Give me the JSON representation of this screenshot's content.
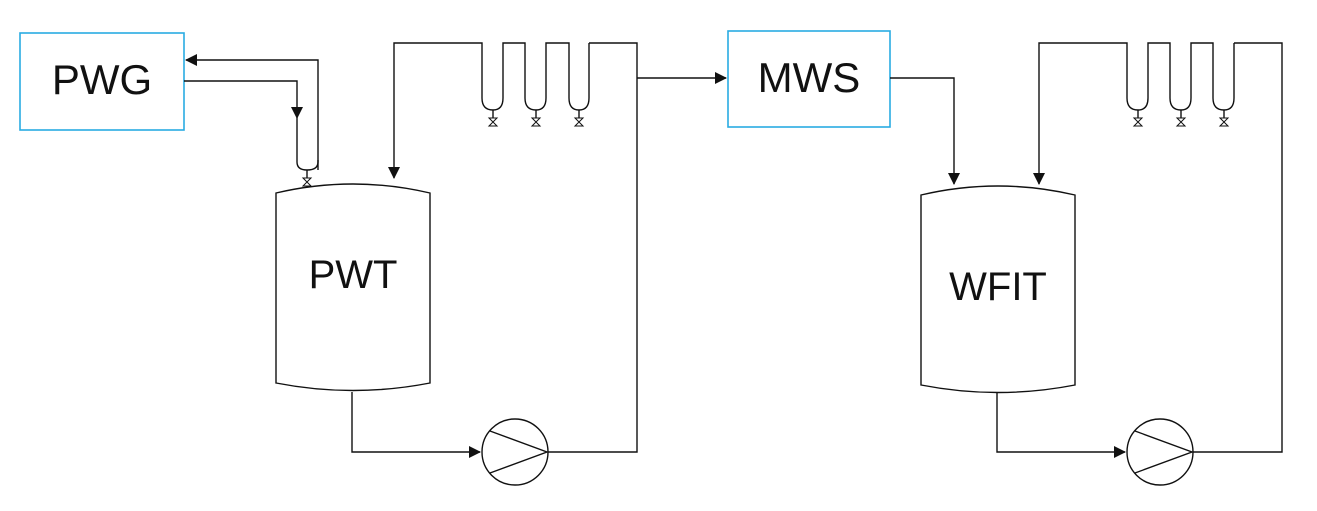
{
  "diagram": {
    "nodes": {
      "pwg": {
        "label": "PWG"
      },
      "mws": {
        "label": "MWS"
      },
      "pwt": {
        "label": "PWT"
      },
      "wfit": {
        "label": "WFIT"
      }
    },
    "edges": [
      {
        "from": "pwg",
        "to": "pwt"
      },
      {
        "from": "pwt",
        "to": "pwg"
      },
      {
        "from": "pwt",
        "to": "pump-1"
      },
      {
        "from": "pump-1",
        "to": "pwt"
      },
      {
        "from": "pump-1",
        "to": "mws"
      },
      {
        "from": "mws",
        "to": "wfit"
      },
      {
        "from": "wfit",
        "to": "pump-2"
      },
      {
        "from": "pump-2",
        "to": "wfit"
      }
    ],
    "colors": {
      "box_border": "#29abe2",
      "line": "#111111"
    }
  }
}
